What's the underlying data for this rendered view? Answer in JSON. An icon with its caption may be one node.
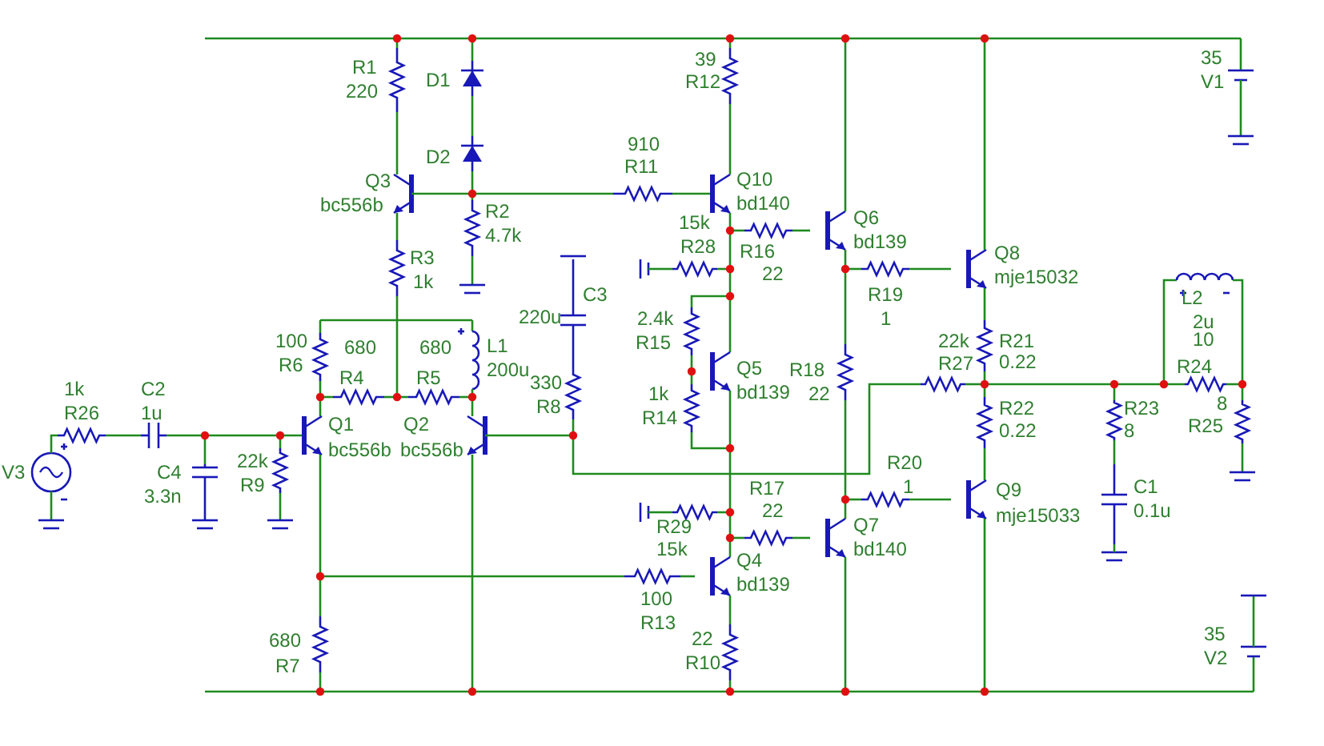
{
  "diagram": {
    "labels": [
      "R1",
      "220",
      "D1",
      "D2",
      "39",
      "R12",
      "35",
      "V1",
      "910",
      "R11",
      "Q3",
      "bc556b",
      "Q10",
      "bd140",
      "R2",
      "4.7k",
      "15k",
      "R28",
      "R16",
      "22",
      "Q6",
      "bd139",
      "R3",
      "1k",
      "Q8",
      "mje15032",
      "R19",
      "1",
      "C3",
      "220u",
      "L2",
      "2u",
      "10",
      "2.4k",
      "R15",
      "22k",
      "R27",
      "R21",
      "0.22",
      "100",
      "R6",
      "680",
      "R4",
      "680",
      "R5",
      "L1",
      "200u",
      "Q5",
      "bd139",
      "R18",
      "22",
      "R24",
      "1k",
      "R14",
      "330",
      "R8",
      "R22",
      "0.22",
      "R23",
      "8",
      "8",
      "R25",
      "1k",
      "R26",
      "C2",
      "1u",
      "V3",
      "Q1",
      "bc556b",
      "Q2",
      "bc556b",
      "22k",
      "R9",
      "C4",
      "3.3n",
      "R20",
      "1",
      "Q9",
      "mje15033",
      "C1",
      "0.1u",
      "R17",
      "22",
      "R29",
      "15k",
      "Q7",
      "bd140",
      "Q4",
      "bd139",
      "100",
      "R13",
      "35",
      "V2",
      "680",
      "R7",
      "22",
      "R10"
    ]
  }
}
